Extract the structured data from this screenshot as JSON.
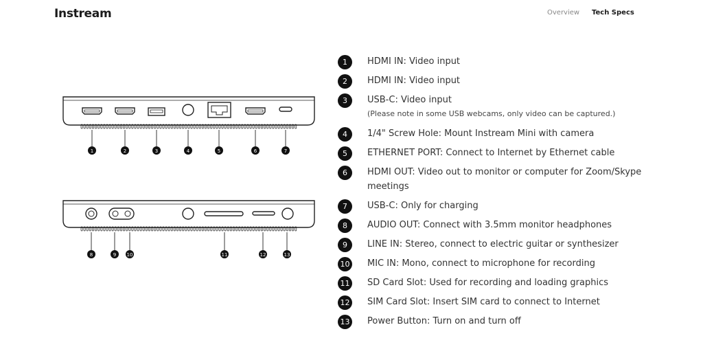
{
  "header": {
    "logo": "Instream",
    "nav": [
      {
        "label": "Overview",
        "active": false
      },
      {
        "label": "Tech Specs",
        "active": true
      }
    ]
  },
  "diagram": {
    "top_labels": [
      "1",
      "2",
      "3",
      "4",
      "5",
      "6",
      "7"
    ],
    "bottom_labels": [
      "8",
      "9",
      "10",
      "11",
      "12",
      "13"
    ]
  },
  "specs": [
    {
      "num": "1",
      "text": "HDMI IN: Video input"
    },
    {
      "num": "2",
      "text": "HDMI IN: Video input"
    },
    {
      "num": "3",
      "text": "USB-C: Video input",
      "note": "(Please note in some USB webcams, only video can be captured.)"
    },
    {
      "num": "4",
      "text": "1/4\" Screw Hole: Mount Instream Mini with camera"
    },
    {
      "num": "5",
      "text": "ETHERNET PORT: Connect to Internet by Ethernet cable"
    },
    {
      "num": "6",
      "text": "HDMI OUT: Video out to monitor or computer for Zoom/Skype",
      "text2": "meetings"
    },
    {
      "num": "7",
      "text": "USB-C: Only for charging"
    },
    {
      "num": "8",
      "text": "AUDIO OUT: Connect with 3.5mm monitor headphones"
    },
    {
      "num": "9",
      "text": "LINE IN: Stereo, connect to electric guitar or synthesizer"
    },
    {
      "num": "10",
      "text": "MIC IN: Mono, connect to microphone for recording"
    },
    {
      "num": "11",
      "text": "SD Card Slot: Used for recording and loading graphics"
    },
    {
      "num": "12",
      "text": "SIM Card Slot: Insert SIM card to connect to Internet"
    },
    {
      "num": "13",
      "text": "Power Button: Turn on and turn off"
    }
  ]
}
